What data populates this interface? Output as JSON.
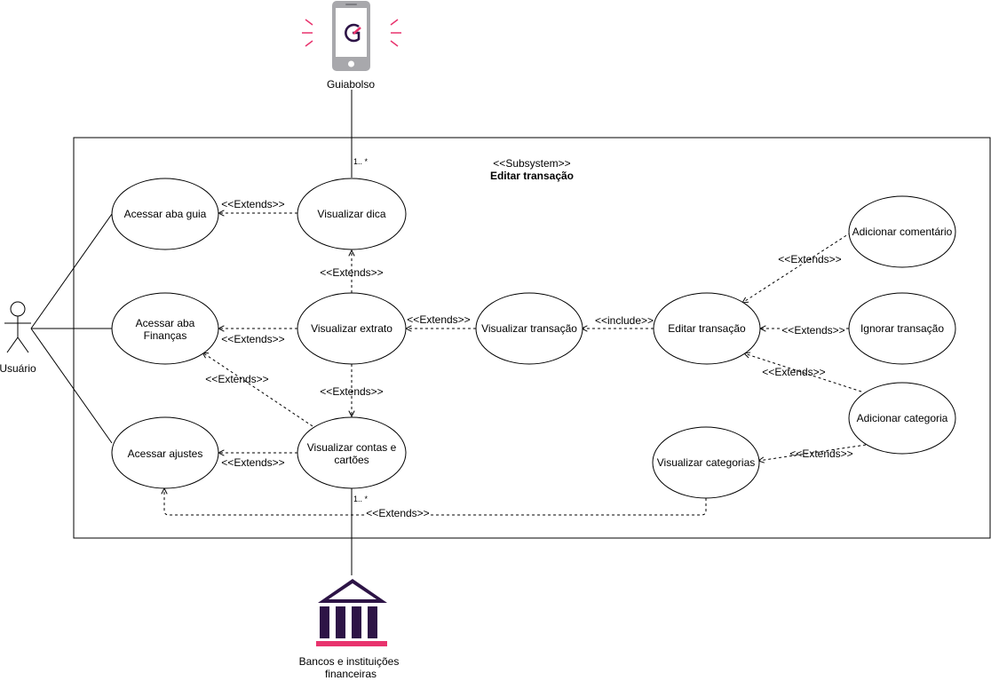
{
  "system": {
    "stereotype": "<<Subsystem>>",
    "name": "Editar transação"
  },
  "actors": {
    "user": "Usuário",
    "guiabolso": "Guiabolso",
    "banks_line1": "Bancos e instituições",
    "banks_line2": "financeiras"
  },
  "use_cases": {
    "acessar_aba_guia": "Acessar aba guia",
    "acessar_aba_financas_1": "Acessar aba",
    "acessar_aba_financas_2": "Finanças",
    "acessar_ajustes": "Acessar ajustes",
    "visualizar_dica": "Visualizar dica",
    "visualizar_extrato": "Visualizar extrato",
    "visualizar_contas_1": "Visualizar contas e",
    "visualizar_contas_2": "cartões",
    "visualizar_transacao": "Visualizar transação",
    "editar_transacao": "Editar transação",
    "adicionar_comentario": "Adicionar comentário",
    "ignorar_transacao": "Ignorar transação",
    "adicionar_categoria": "Adicionar categoria",
    "visualizar_categorias": "Visualizar categorias"
  },
  "labels": {
    "extends": "<<Extends>>",
    "include": "<<include>>",
    "multiplicity": "1.. *"
  },
  "colors": {
    "brand_pink": "#e8336d",
    "brand_purple": "#2d1446",
    "phone_gray": "#a8a8ac"
  },
  "icons": {
    "guiabolso": "phone-app-icon",
    "banks": "bank-building-icon"
  }
}
